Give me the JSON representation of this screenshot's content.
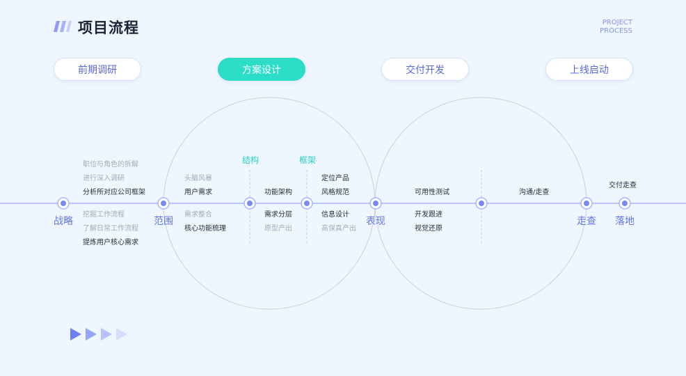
{
  "header": {
    "title": "项目流程",
    "eng_line1": "PROJECT",
    "eng_line2": "PROCESS",
    "accent": "#8a93e6"
  },
  "phases": [
    {
      "label": "前期调研",
      "active": false
    },
    {
      "label": "方案设计",
      "active": true
    },
    {
      "label": "交付开发",
      "active": false
    },
    {
      "label": "上线启动",
      "active": false
    }
  ],
  "stages": {
    "zhanlue": "战略",
    "fanwei": "范围",
    "biaoxian": "表现",
    "zoucha": "走查",
    "luodi": "落地"
  },
  "labels": {
    "jiegou": "结构",
    "kuangjia": "框架"
  },
  "groups": {
    "strategy_top": [
      "职位与角色的拆解",
      "进行深入调研",
      "分析所对应公司框架"
    ],
    "strategy_bottom": [
      "挖掘工作流程",
      "了解日常工作流程",
      "提炼用户核心需求"
    ],
    "scope_top": [
      "头脑风暴",
      "用户需求"
    ],
    "scope_bottom": [
      "需求整合",
      "核心功能梳理"
    ],
    "structure_top": [
      "功能架构"
    ],
    "structure_bottom": [
      "需求分层",
      "原型产出"
    ],
    "framework_top": [
      "定位产品",
      "风格规范"
    ],
    "framework_bottom": [
      "信息设计",
      "高保真产出"
    ],
    "test_top": [
      "可用性测试"
    ],
    "test_bottom": [
      "开发跟进",
      "视觉还原"
    ],
    "review_top": [
      "沟通/走查"
    ],
    "deliver_top": [
      "交付走查"
    ]
  },
  "colors": {
    "accent_teal": "#2bdcc6",
    "line_blue": "#a7b3ff",
    "node_blue": "#6677e0"
  }
}
